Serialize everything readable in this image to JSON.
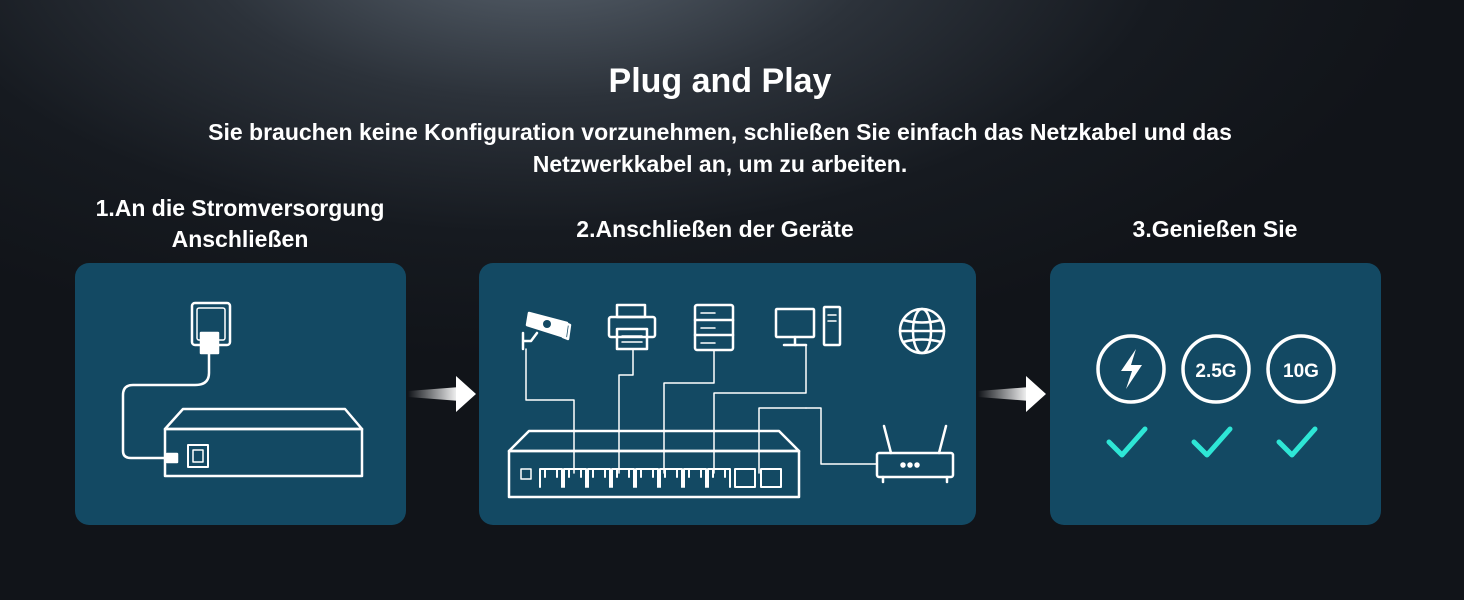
{
  "header": {
    "title": "Plug and Play",
    "subtitle": "Sie brauchen keine Konfiguration vorzunehmen, schließen Sie einfach das Netzkabel und das Netzwerkkabel an, um zu arbeiten."
  },
  "steps": [
    {
      "label_line1": "1.An die Stromversorgung",
      "label_line2": "Anschließen",
      "illustration": "power-outlet-to-switch"
    },
    {
      "label": "2.Anschließen der Geräte",
      "devices": [
        "security-camera-icon",
        "printer-icon",
        "server-icon",
        "desktop-computer-icon",
        "globe-icon",
        "router-icon"
      ]
    },
    {
      "label": "3.Genießen Sie",
      "badges": [
        {
          "icon": "lightning-icon",
          "text": ""
        },
        {
          "icon": "speed-badge",
          "text": "2.5G"
        },
        {
          "icon": "speed-badge",
          "text": "10G"
        }
      ],
      "check_icon": "checkmark-icon"
    }
  ],
  "colors": {
    "panel": "#134963",
    "line": "#ffffff",
    "check": "#2ee6d6",
    "background": "#161a20"
  }
}
